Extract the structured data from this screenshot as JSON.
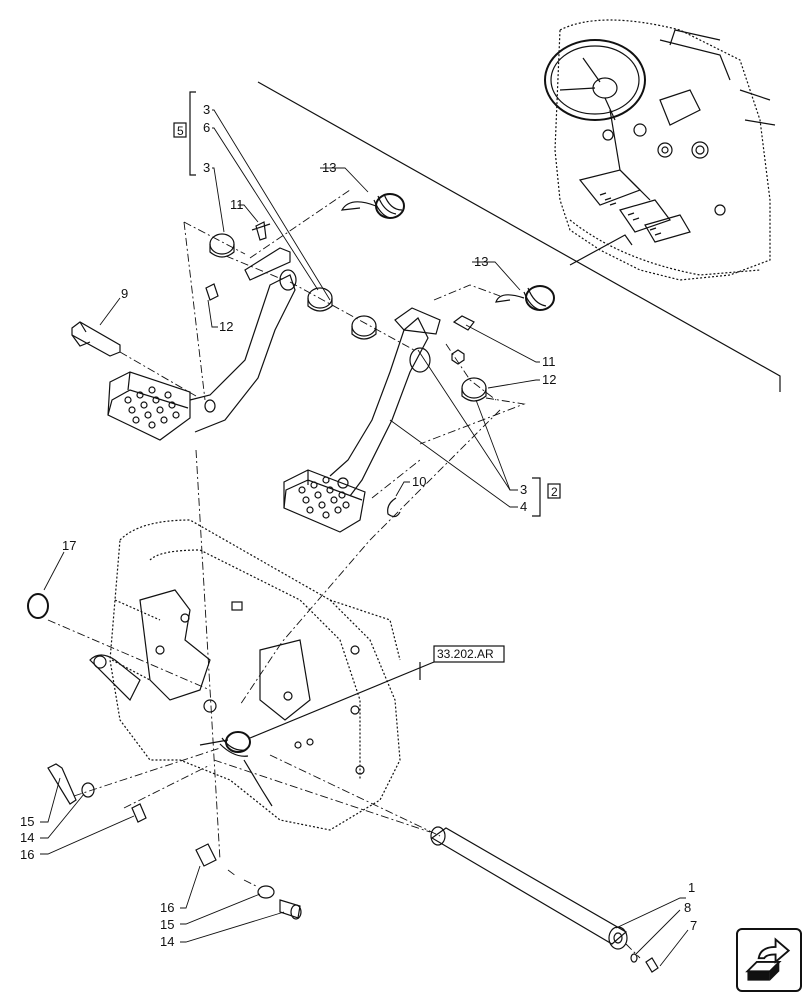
{
  "callouts": {
    "c1": "1",
    "c2": "2",
    "c3a": "3",
    "c3b": "3",
    "c3c": "3",
    "c4": "4",
    "c5": "5",
    "c6": "6",
    "c7": "7",
    "c8": "8",
    "c9": "9",
    "c10": "10",
    "c11a": "11",
    "c11b": "11",
    "c12a": "12",
    "c12b": "12",
    "c13a": "13",
    "c13b": "13",
    "c14a": "14",
    "c14b": "14",
    "c15a": "15",
    "c15b": "15",
    "c16a": "16",
    "c16b": "16",
    "c17": "17"
  },
  "reference": "33.202.AR",
  "nav_icon": "next-page-arrow-icon",
  "colors": {
    "line": "#111111",
    "background": "#ffffff"
  }
}
